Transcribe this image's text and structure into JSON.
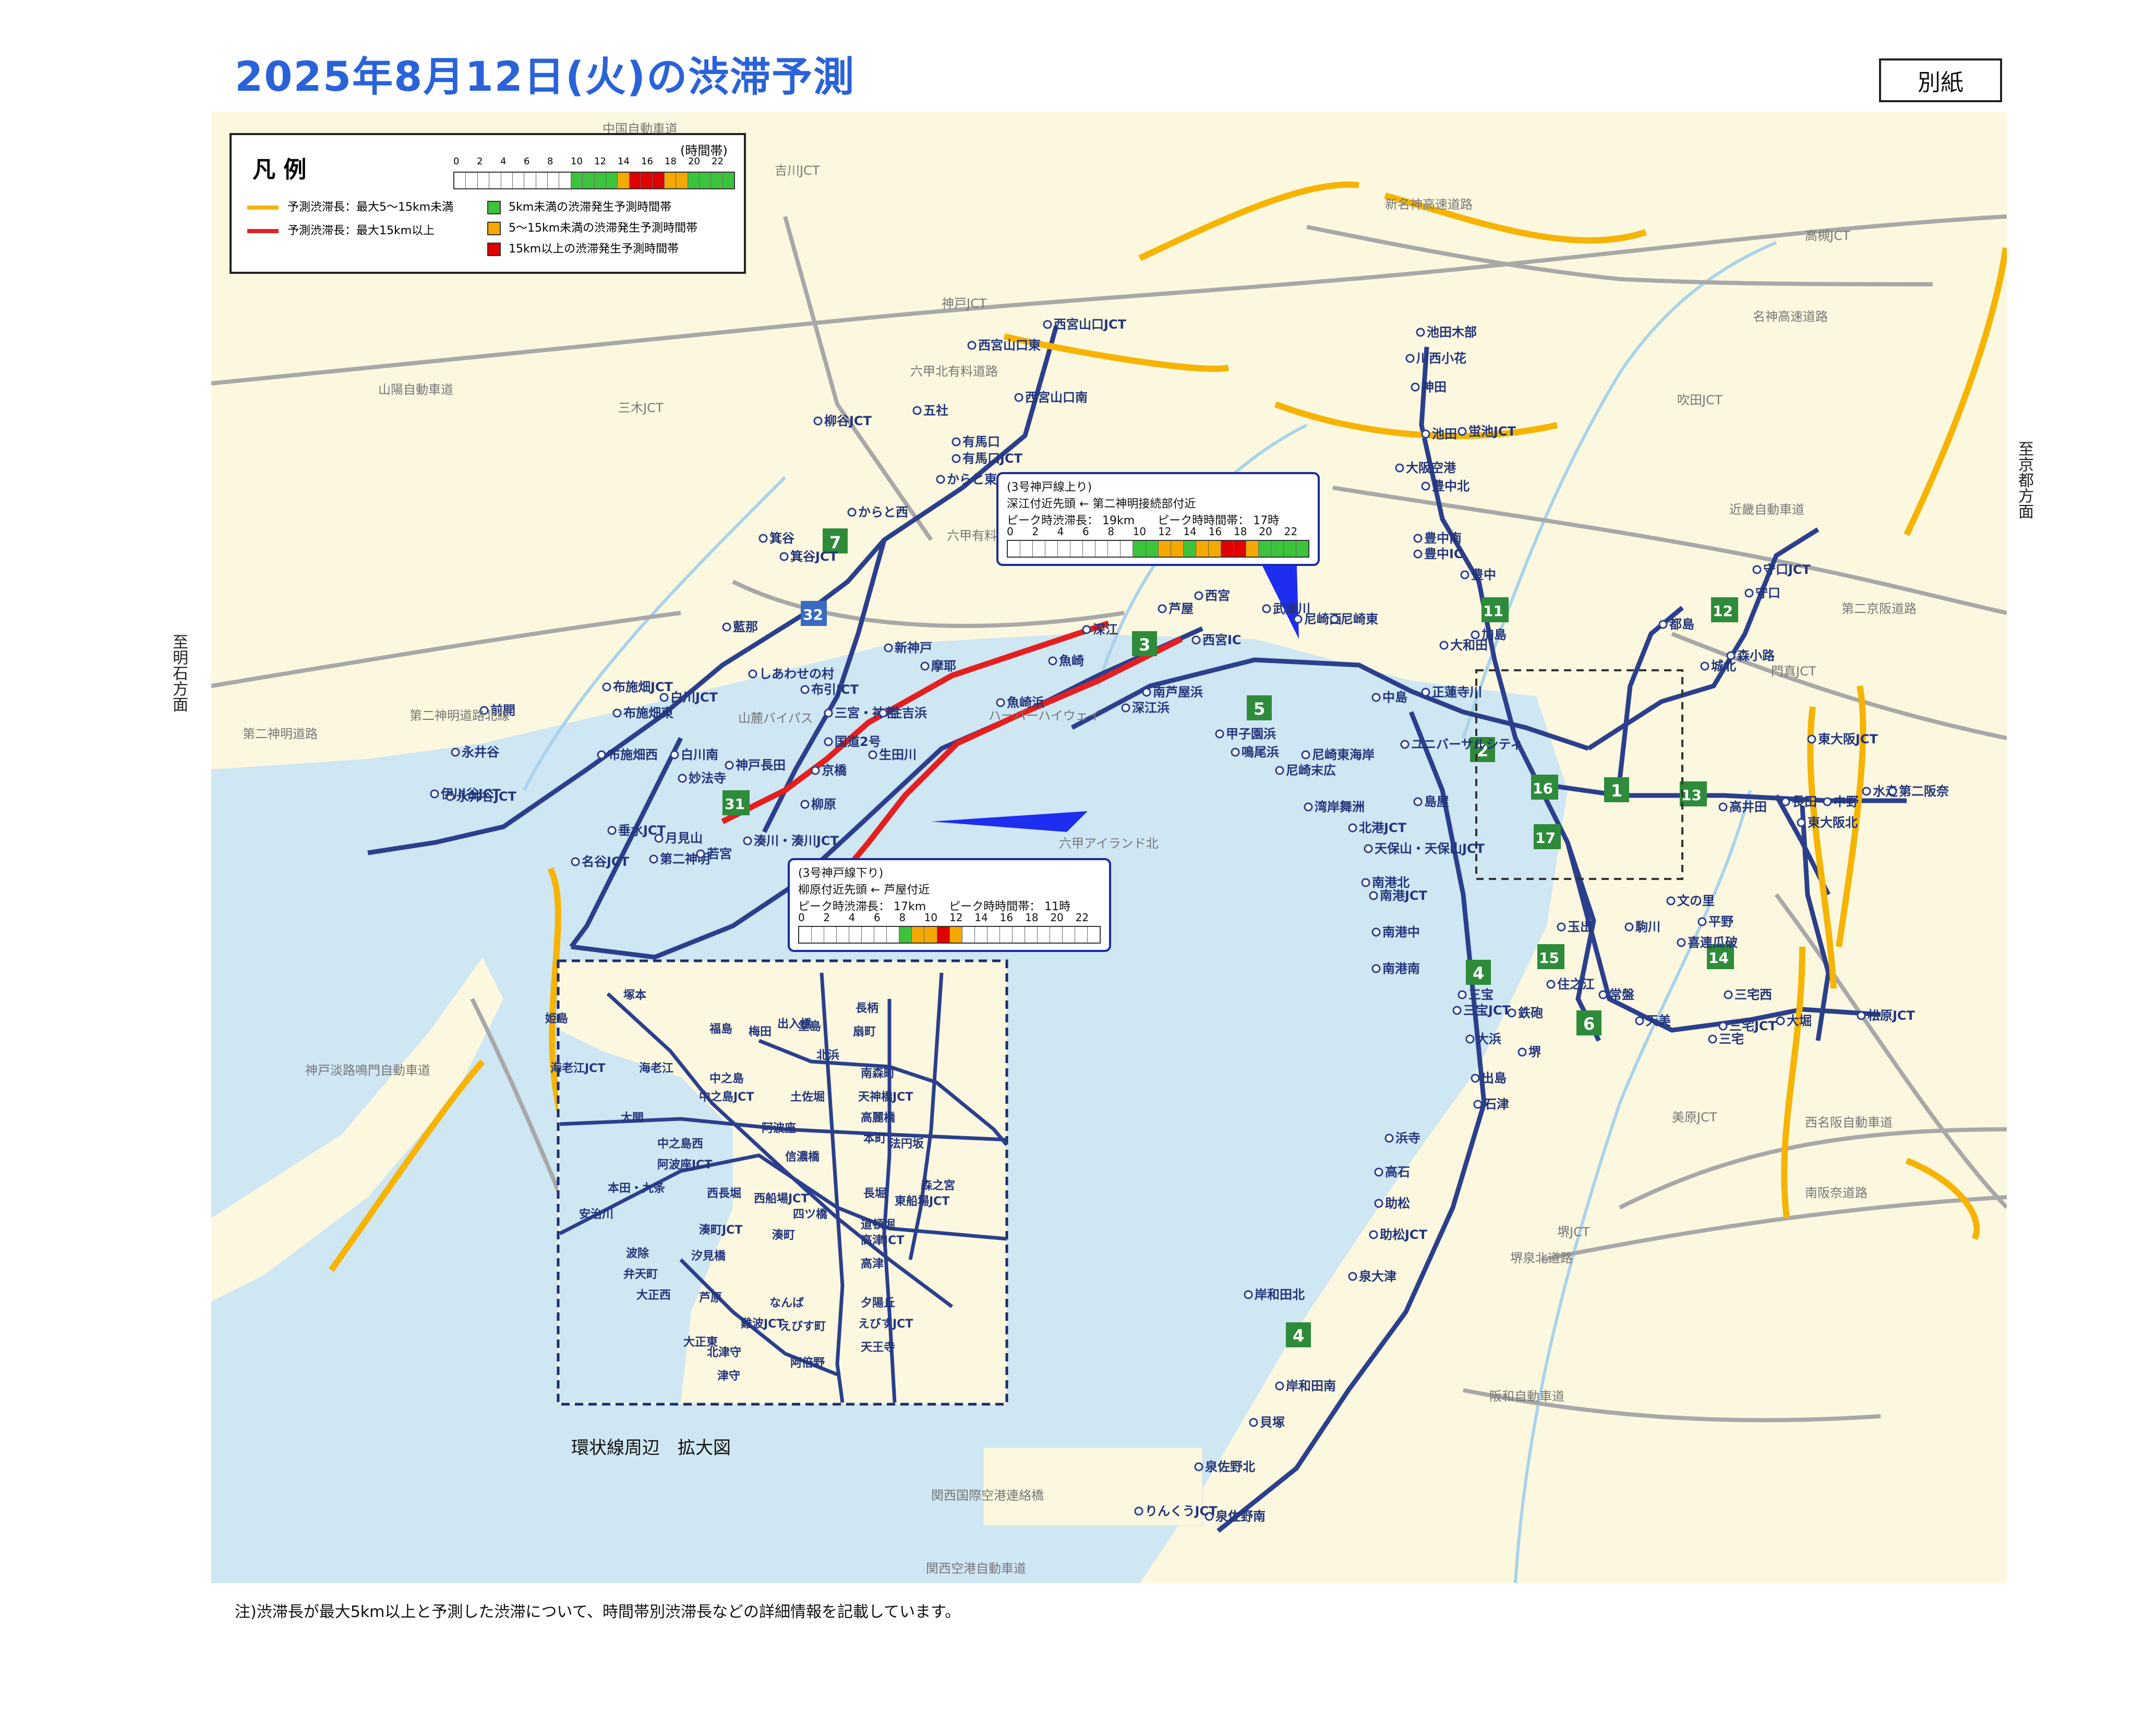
{
  "title": "2025年8月12日(火)の渋滞予測",
  "annex_label": "別紙",
  "footnote": "注)渋滞長が最大5km以上と予測した渋滞について、時間帯別渋滞長などの詳細情報を記載しています。",
  "side_labels": {
    "left": "至明石方面",
    "right": "至京都方面"
  },
  "colors": {
    "sea": "#cfe6f3",
    "land": "#fbf8df",
    "route": "#2b3f8c",
    "congestion_red": "#e41f1f",
    "congestion_orange": "#f6b400",
    "green": "#3bc43b",
    "orange": "#f5a800",
    "red": "#e00000",
    "shield": "#2e8b3a"
  },
  "legend": {
    "title": "凡 例",
    "hours_caption": "(時間帯)",
    "hour_ticks": [
      "0",
      "2",
      "4",
      "6",
      "8",
      "10",
      "12",
      "14",
      "16",
      "18",
      "20",
      "22"
    ],
    "cells": [
      "",
      "",
      "",
      "",
      "",
      "",
      "",
      "",
      "",
      "",
      "green",
      "green",
      "green",
      "green",
      "orange",
      "red",
      "red",
      "red",
      "orange",
      "orange",
      "green",
      "green",
      "green",
      "green"
    ],
    "arrow_orange": "予測渋滞長：最大5～15km未満",
    "arrow_red": "予測渋滞長：最大15km以上",
    "sq_green": "5km未満の渋滞発生予測時間帯",
    "sq_orange": "5～15km未満の渋滞発生予測時間帯",
    "sq_red": "15km以上の渋滞発生予測時間帯"
  },
  "callouts": [
    {
      "heading": "(3号神戸線上り)",
      "section": "深江付近先頭 ← 第二神明接続部付近",
      "stats": "ピーク時渋滞長： 19km　　ピーク時時間帯： 17時",
      "cells": [
        "",
        "",
        "",
        "",
        "",
        "",
        "",
        "",
        "",
        "",
        "green",
        "green",
        "orange",
        "orange",
        "green",
        "orange",
        "orange",
        "red",
        "red",
        "orange",
        "green",
        "green",
        "green",
        "green"
      ]
    },
    {
      "heading": "(3号神戸線下り)",
      "section": "柳原付近先頭 ← 芦屋付近",
      "stats": "ピーク時渋滞長： 17km　　ピーク時時間帯： 11時",
      "cells": [
        "",
        "",
        "",
        "",
        "",
        "",
        "",
        "",
        "green",
        "orange",
        "orange",
        "red",
        "orange",
        "",
        "",
        "",
        "",
        "",
        "",
        "",
        "",
        "",
        "",
        ""
      ]
    }
  ],
  "inset_caption": "環状線周辺　拡大図",
  "road_names": [
    "中国自動車道",
    "吉川JCT",
    "新名神高速道路",
    "高槻JCT",
    "名神高速道路",
    "山陽自動車道",
    "三木JCT",
    "神戸JCT",
    "六甲北有料道路",
    "吹田JCT",
    "近畿自動車道",
    "第二京阪道路",
    "門真JCT",
    "第二神明道路北線",
    "第二神明道路",
    "山麓バイパス",
    "ハーバーハイウェイ",
    "神戸淡路鳴門自動車道",
    "西名阪自動車道",
    "南阪奈道路",
    "美原JCT",
    "堺JCT",
    "堺泉北道路",
    "阪和自動車道",
    "関西国際空港連絡橋",
    "関西空港自動車道",
    "六甲有料道路",
    "六甲アイランド北"
  ],
  "places": [
    "西宮山口JCT",
    "西宮山口東",
    "西宮山口南",
    "柳谷JCT",
    "五社",
    "有馬口",
    "有馬口JCT",
    "からと東",
    "からと西",
    "箕谷",
    "箕谷JCT",
    "藍那",
    "しあわせの村",
    "白川JCT",
    "白川南",
    "妙法寺",
    "布施畑JCT",
    "布施畑東",
    "布施畑西",
    "前開",
    "永井谷",
    "永井谷JCT",
    "伊川谷JCT",
    "垂水JCT",
    "名谷JCT",
    "第二神明",
    "月見山",
    "若宮",
    "神戸長田",
    "湊川・湊川JCT",
    "柳原",
    "京橋",
    "生田川",
    "摩耶",
    "布引JCT",
    "新神戸",
    "国道2号",
    "三宮・神若",
    "住吉浜",
    "魚崎浜",
    "魚崎",
    "深江",
    "芦屋",
    "西宮",
    "西宮IC",
    "武庫川",
    "尼崎西",
    "尼崎東",
    "鳴尾浜",
    "甲子園浜",
    "南芦屋浜",
    "深江浜",
    "尼崎末広",
    "尼崎東海岸",
    "湾岸舞洲",
    "北港JCT",
    "中島",
    "大和田",
    "正蓮寺川",
    "ユニバーサルシティ",
    "島屋",
    "天保山・天保山JCT",
    "南港北",
    "南港JCT",
    "南港中",
    "南港南",
    "三宝",
    "三宝JCT",
    "大浜",
    "出島",
    "石津",
    "浜寺",
    "高石",
    "助松",
    "助松JCT",
    "泉大津",
    "岸和田北",
    "岸和田南",
    "貝塚",
    "泉佐野北",
    "泉佐野南",
    "りんくうJCT",
    "池田木部",
    "川西小花",
    "神田",
    "池田",
    "蛍池JCT",
    "大阪空港",
    "豊中北",
    "豊中南",
    "豊中IC",
    "豊中",
    "加島",
    "守口JCT",
    "守口",
    "都島",
    "城北",
    "森小路",
    "東大阪JCT",
    "高井田",
    "長田",
    "中野",
    "水走",
    "第二阪奈",
    "東大阪北",
    "玉出",
    "駒川",
    "文の里",
    "平野",
    "喜連瓜破",
    "三宅西",
    "三宅JCT",
    "三宅",
    "天美",
    "大堀",
    "松原JCT",
    "住之江",
    "常盤",
    "鉄砲",
    "堺"
  ],
  "inset_places": [
    "塚本",
    "姫島",
    "長柄",
    "福島",
    "梅田",
    "出入橋",
    "堂島",
    "扇町",
    "海老江JCT",
    "海老江",
    "中之島",
    "北浜",
    "南森町",
    "中之島JCT",
    "土佐堀",
    "天神橋JCT",
    "高麗橋",
    "大開",
    "中之島西",
    "阿波座",
    "本町",
    "法円坂",
    "阿波座JCT",
    "信濃橋",
    "森之宮",
    "本田・九条",
    "西長堀",
    "西船場JCT",
    "長堀",
    "東船場JCT",
    "安治川",
    "四ツ橋",
    "道頓堀",
    "湊町JCT",
    "湊町",
    "高津JCT",
    "波除",
    "汐見橋",
    "高津",
    "弁天町",
    "大正西",
    "芦原",
    "なんば",
    "夕陽丘",
    "難波JCT",
    "えびす町",
    "えびすJCT",
    "大正東",
    "北津守",
    "天王寺",
    "津守",
    "阿倍野"
  ]
}
